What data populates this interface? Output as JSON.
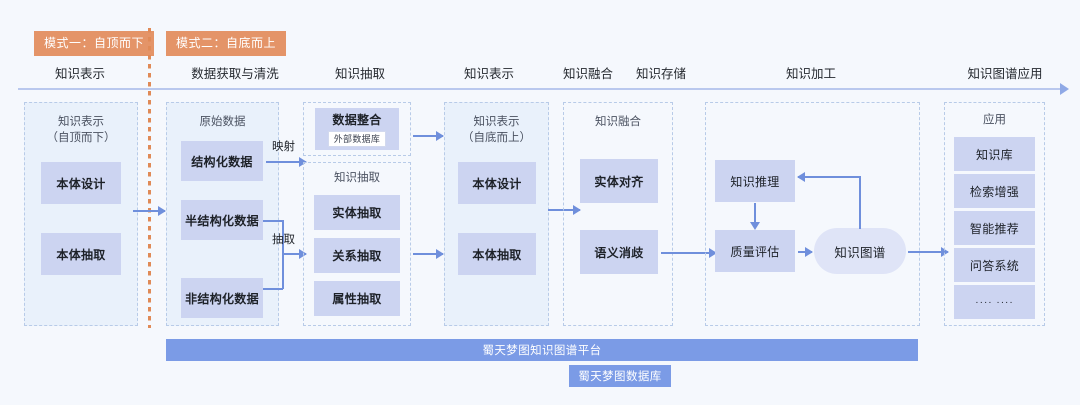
{
  "badges": [
    {
      "label": "模式一：自顶而下"
    },
    {
      "label": "模式二：自底而上"
    }
  ],
  "phases": [
    {
      "label": "知识表示"
    },
    {
      "label": "数据获取与清洗"
    },
    {
      "label": "知识抽取"
    },
    {
      "label": "知识表示"
    },
    {
      "label": "知识融合"
    },
    {
      "label": "知识存储"
    },
    {
      "label": "知识加工"
    },
    {
      "label": "知识图谱应用"
    }
  ],
  "panels": {
    "topdown": {
      "title_line1": "知识表示",
      "title_line2": "（自顶而下）",
      "nodes": [
        {
          "label": "本体设计"
        },
        {
          "label": "本体抽取"
        }
      ]
    },
    "rawdata": {
      "title": "原始数据",
      "nodes": [
        {
          "label": "结构化数据"
        },
        {
          "label": "半结构化数据"
        },
        {
          "label": "非结构化数据"
        }
      ]
    },
    "integration": {
      "node_label": "数据整合",
      "node_sub": "外部数据库"
    },
    "extraction": {
      "title": "知识抽取",
      "nodes": [
        {
          "label": "实体抽取"
        },
        {
          "label": "关系抽取"
        },
        {
          "label": "属性抽取"
        }
      ]
    },
    "bottomup": {
      "title_line1": "知识表示",
      "title_line2": "（自底而上）",
      "nodes": [
        {
          "label": "本体设计"
        },
        {
          "label": "本体抽取"
        }
      ]
    },
    "fusion": {
      "title": "知识融合",
      "nodes": [
        {
          "label": "实体对齐"
        },
        {
          "label": "语义消歧"
        }
      ]
    },
    "processing": {
      "nodes": [
        {
          "label": "知识推理"
        },
        {
          "label": "质量评估"
        },
        {
          "label": "知识图谱"
        }
      ]
    },
    "application": {
      "title": "应用",
      "nodes": [
        {
          "label": "知识库"
        },
        {
          "label": "检索增强"
        },
        {
          "label": "智能推荐"
        },
        {
          "label": "问答系统"
        },
        {
          "label": "···· ····"
        }
      ]
    }
  },
  "arrow_labels": [
    {
      "label": "映射"
    },
    {
      "label": "抽取"
    }
  ],
  "bottom_bars": [
    {
      "label": "蜀天梦图知识图谱平台"
    },
    {
      "label": "蜀天梦图数据库"
    }
  ],
  "colors": {
    "background": "#f5f8fd",
    "badge": "#e49468",
    "node_fill": "#ccd4f1",
    "panel_tint": "#e9f1fb",
    "panel_border": "#b8cbe8",
    "arrow": "#6f8fdc",
    "bar": "#7b9be6",
    "axis": "#b9c8ee",
    "divider": "#e08a57"
  }
}
